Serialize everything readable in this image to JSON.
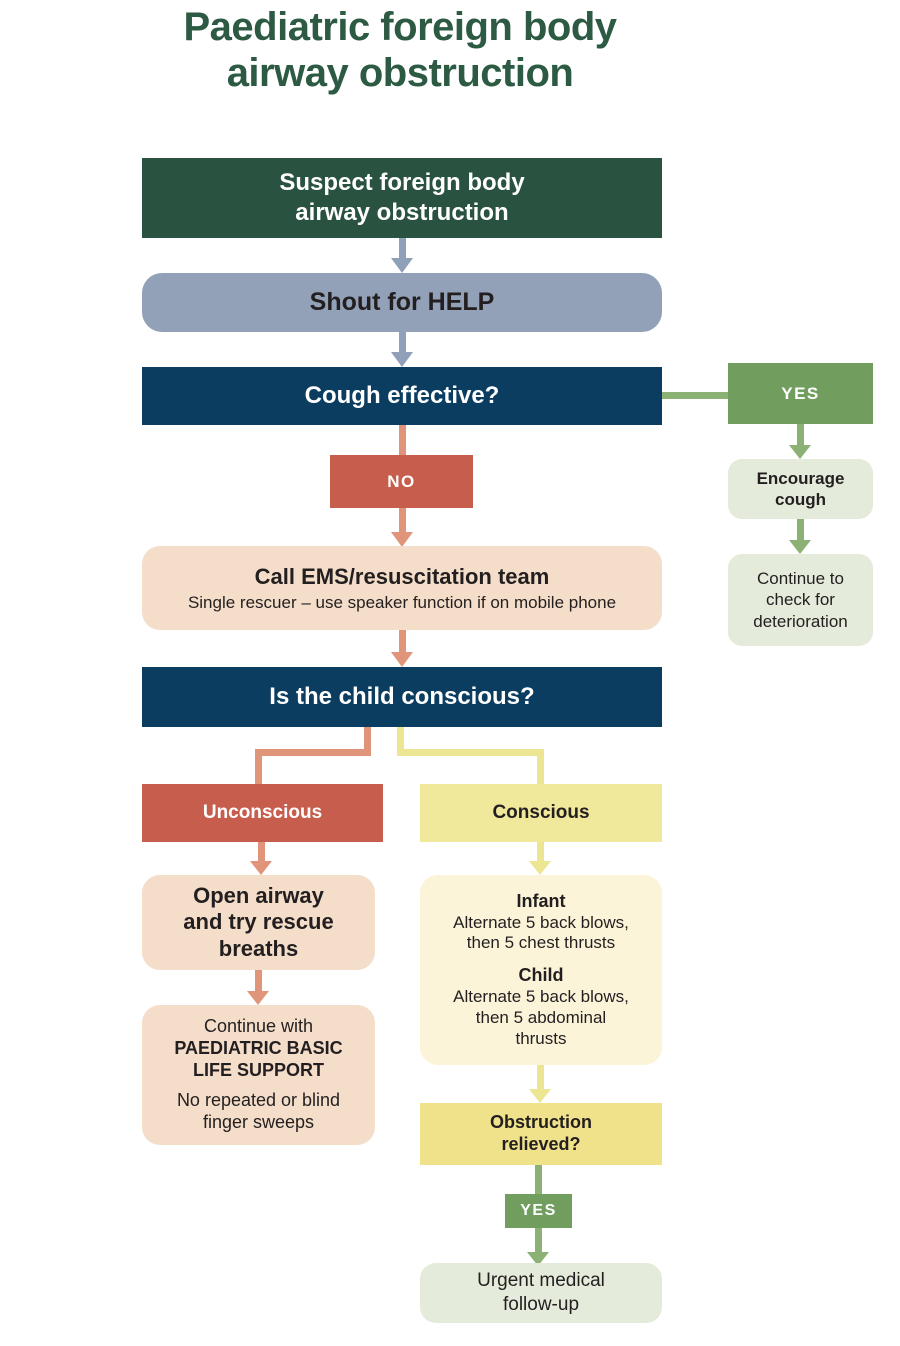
{
  "title": "Paediatric foreign body\nairway obstruction",
  "colors": {
    "title_green": "#2d5a43",
    "dark_green": "#2a5241",
    "navy": "#0b3d60",
    "slate": "#8fa0b8",
    "slate_box": "#92a1b8",
    "red": "#c75d4c",
    "salmon": "#e0957a",
    "green": "#719e5f",
    "green_line": "#8cb175",
    "light_green": "#e4ebda",
    "peach": "#f4ddc9",
    "yellow": "#f0e89b",
    "yellow_deep": "#f0e28a",
    "yellow_line": "#ece693",
    "cream": "#fbf4d9",
    "text_dark": "#231f20"
  },
  "flow": {
    "suspect": {
      "label": "Suspect foreign body\nairway obstruction"
    },
    "shout": {
      "label": "Shout for HELP"
    },
    "cough": {
      "label": "Cough effective?"
    },
    "yes_top": {
      "label": "YES"
    },
    "encourage": {
      "label": "Encourage\ncough"
    },
    "deterioration": {
      "label": "Continue to\ncheck for\ndeterioration"
    },
    "no": {
      "label": "NO"
    },
    "ems": {
      "title": "Call EMS/resuscitation team",
      "subtitle": "Single rescuer – use speaker function if on mobile phone"
    },
    "conscious_q": {
      "label": "Is the child conscious?"
    },
    "unconscious": {
      "label": "Unconscious"
    },
    "conscious": {
      "label": "Conscious"
    },
    "open_airway": {
      "label": "Open airway\nand try rescue\nbreaths"
    },
    "pbls": {
      "intro": "Continue with",
      "emphasis": "PAEDIATRIC BASIC\nLIFE SUPPORT",
      "note": "No repeated or blind\nfinger sweeps"
    },
    "maneuvers": {
      "infant_title": "Infant",
      "infant_text": "Alternate 5 back blows,\nthen 5 chest thrusts",
      "child_title": "Child",
      "child_text": "Alternate 5 back blows,\nthen 5 abdominal\nthrusts"
    },
    "obstruction": {
      "label": "Obstruction\nrelieved?"
    },
    "yes_bottom": {
      "label": "YES"
    },
    "followup": {
      "label": "Urgent medical\nfollow-up"
    }
  }
}
